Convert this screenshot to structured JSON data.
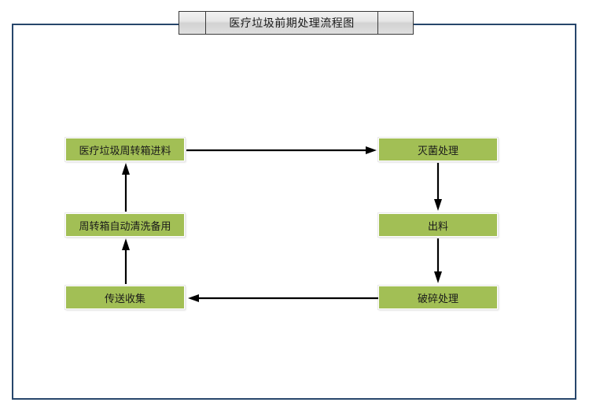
{
  "title_bar": {
    "title": "医疗垃圾前期处理流程图",
    "segments": [
      "",
      "医疗垃圾前期处理流程图",
      ""
    ]
  },
  "colors": {
    "frame_border": "#27466b",
    "node_fill": "#a2bf55",
    "node_border": "#ffffff",
    "arrow": "#000000",
    "title_bar_border": "#3a3a3a",
    "page_background": "#ffffff"
  },
  "diagram": {
    "nodes": [
      {
        "id": "feed",
        "label": "医疗垃圾周转箱进料"
      },
      {
        "id": "clean",
        "label": "周转箱自动清洗备用"
      },
      {
        "id": "collect",
        "label": "传送收集"
      },
      {
        "id": "sterilize",
        "label": "灭菌处理"
      },
      {
        "id": "discharge",
        "label": "出料"
      },
      {
        "id": "crush",
        "label": "破碎处理"
      }
    ],
    "edges": [
      {
        "from": "feed",
        "to": "sterilize",
        "direction": "right"
      },
      {
        "from": "sterilize",
        "to": "discharge",
        "direction": "down"
      },
      {
        "from": "discharge",
        "to": "crush",
        "direction": "down"
      },
      {
        "from": "crush",
        "to": "collect",
        "direction": "left"
      },
      {
        "from": "collect",
        "to": "clean",
        "direction": "up"
      },
      {
        "from": "clean",
        "to": "feed",
        "direction": "up"
      }
    ]
  }
}
